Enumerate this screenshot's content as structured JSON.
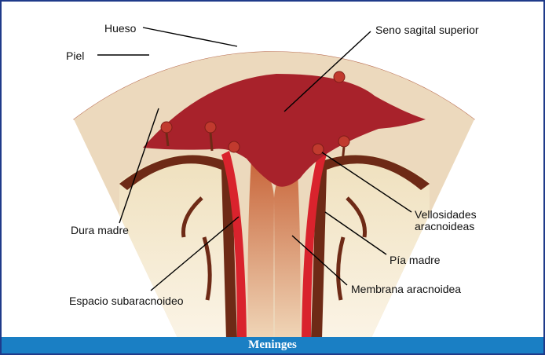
{
  "labels": {
    "hueso": "Hueso",
    "piel": "Piel",
    "seno": "Seno sagital superior",
    "dura": "Dura madre",
    "vellosidades_1": "Vellosidades",
    "vellosidades_2": "aracnoideas",
    "pia": "Pía madre",
    "espacio": "Espacio subaracnoideo",
    "membrana": "Membrana aracnoidea"
  },
  "caption": "Meninges",
  "colors": {
    "frame_border": "#1f3a8a",
    "caption_bar": "#1a7fc4",
    "skin": "#e9a387",
    "bone": "#ecd3a4",
    "dura": "#e8cfb0",
    "sinus": "#a8222b",
    "arachnoid": "#d9232d",
    "brain": "#6e2a16"
  }
}
